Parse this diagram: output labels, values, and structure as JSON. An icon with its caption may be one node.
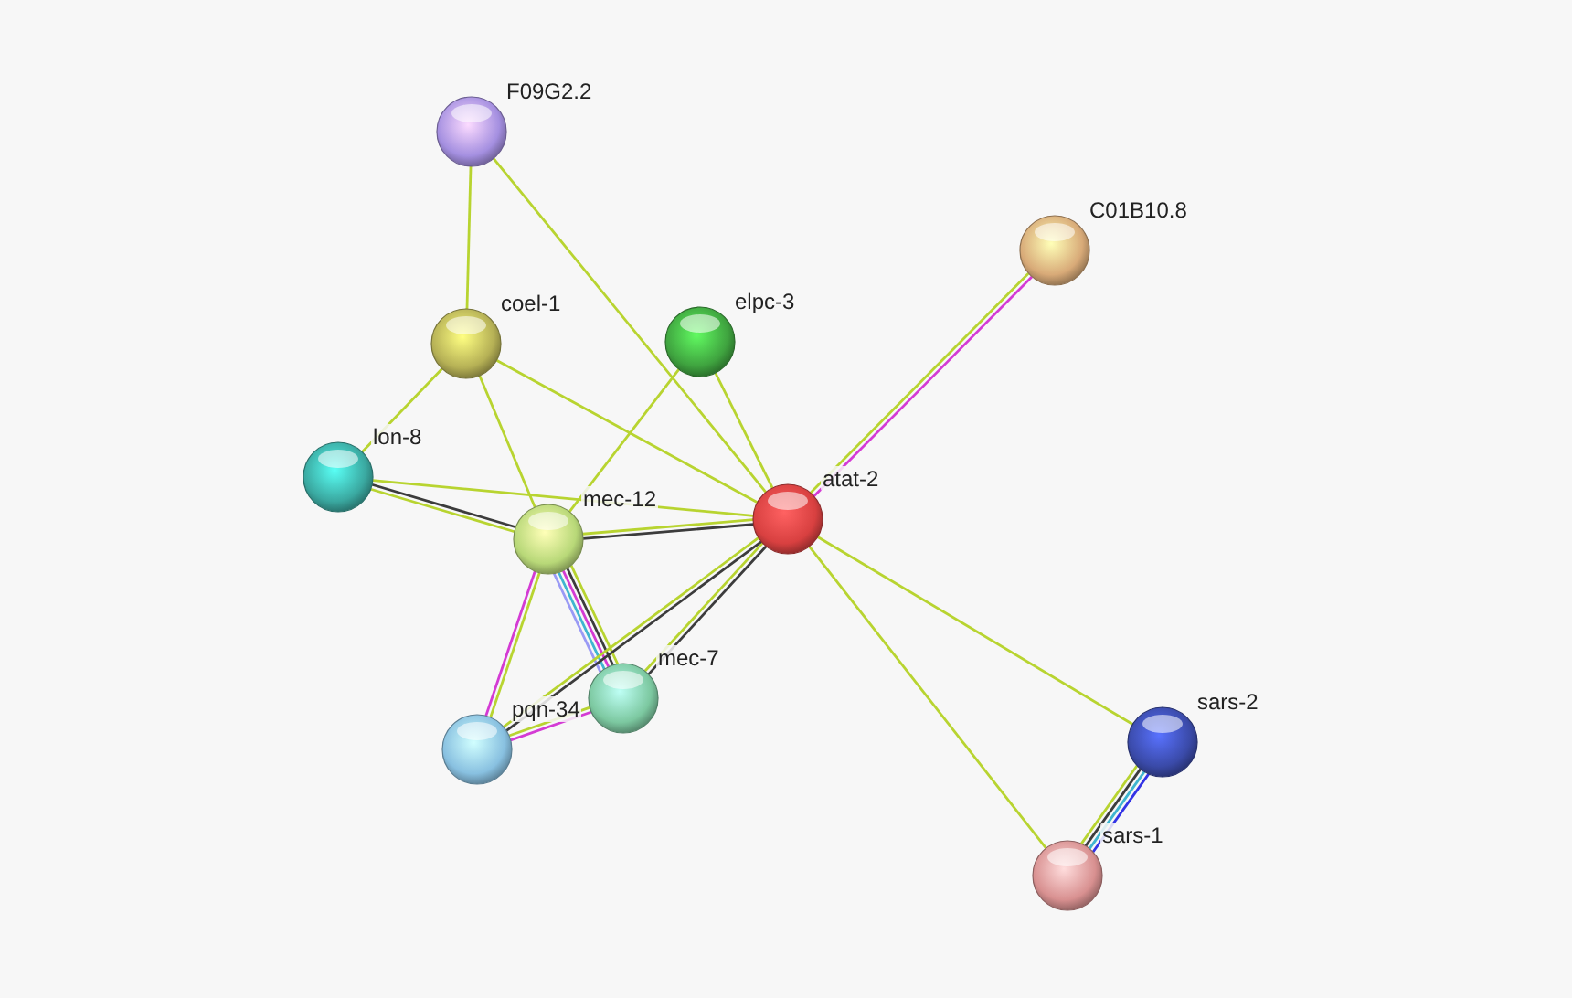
{
  "diagram": {
    "nodes": [
      {
        "text": [],
        "shape": "circle",
        "beside": [
          "F09G2.2"
        ]
      },
      {
        "text": [],
        "shape": "circle",
        "beside": [
          "C01B10.8"
        ]
      },
      {
        "text": [],
        "shape": "circle",
        "beside": [
          "coel-1"
        ]
      },
      {
        "text": [],
        "shape": "circle",
        "beside": [
          "elpc-3"
        ]
      },
      {
        "text": [],
        "shape": "circle",
        "beside": [
          "lon-8"
        ]
      },
      {
        "text": [],
        "shape": "circle",
        "beside": [
          "atat-2"
        ]
      },
      {
        "text": [],
        "shape": "circle",
        "beside": [
          "mec-12"
        ]
      },
      {
        "text": [],
        "shape": "circle",
        "beside": [
          "mec-7"
        ]
      },
      {
        "text": [],
        "shape": "circle",
        "beside": [
          "pqn-34"
        ]
      },
      {
        "text": [],
        "shape": "circle",
        "beside": [
          "sars-2"
        ]
      },
      {
        "text": [],
        "shape": "circle",
        "beside": [
          "sars-1"
        ]
      }
    ],
    "edges": [
      {
        "from": 0,
        "to": 2,
        "arrow": "none"
      },
      {
        "from": 0,
        "to": 5,
        "arrow": "none"
      },
      {
        "from": 2,
        "to": 4,
        "arrow": "none"
      },
      {
        "from": 2,
        "to": 6,
        "arrow": "none"
      },
      {
        "from": 2,
        "to": 5,
        "arrow": "none"
      },
      {
        "from": 3,
        "to": 6,
        "arrow": "none"
      },
      {
        "from": 3,
        "to": 5,
        "arrow": "none"
      },
      {
        "from": 1,
        "to": 5,
        "arrow": "none",
        "color": "#d43bd4"
      },
      {
        "from": 1,
        "to": 5,
        "arrow": "none"
      },
      {
        "from": 4,
        "to": 6,
        "arrow": "none",
        "color": "#3c3c3c"
      },
      {
        "from": 4,
        "to": 6,
        "arrow": "none"
      },
      {
        "from": 4,
        "to": 5,
        "arrow": "none"
      },
      {
        "from": 6,
        "to": 5,
        "arrow": "none",
        "color": "#3c3c3c"
      },
      {
        "from": 6,
        "to": 5,
        "arrow": "none"
      },
      {
        "from": 6,
        "to": 7,
        "arrow": "none"
      },
      {
        "from": 6,
        "to": 7,
        "arrow": "none",
        "color": "#3c3c3c"
      },
      {
        "from": 6,
        "to": 7,
        "arrow": "none",
        "color": "#d43bd4"
      },
      {
        "from": 6,
        "to": 7,
        "arrow": "none",
        "color": "#3fb5d0"
      },
      {
        "from": 6,
        "to": 7,
        "arrow": "none",
        "color": "#9a9af5"
      },
      {
        "from": 6,
        "to": 8,
        "arrow": "none"
      },
      {
        "from": 6,
        "to": 8,
        "arrow": "none",
        "color": "#d43bd4"
      },
      {
        "from": 8,
        "to": 7,
        "arrow": "none",
        "color": "#d43bd4"
      },
      {
        "from": 8,
        "to": 7,
        "arrow": "none"
      },
      {
        "from": 7,
        "to": 5,
        "arrow": "none",
        "color": "#3c3c3c"
      },
      {
        "from": 7,
        "to": 5,
        "arrow": "none"
      },
      {
        "from": 8,
        "to": 5,
        "arrow": "none",
        "color": "#3c3c3c"
      },
      {
        "from": 8,
        "to": 5,
        "arrow": "none"
      },
      {
        "from": 5,
        "to": 9,
        "arrow": "none"
      },
      {
        "from": 5,
        "to": 10,
        "arrow": "none"
      },
      {
        "from": 10,
        "to": 9,
        "arrow": "none",
        "color": "#3333e6"
      },
      {
        "from": 10,
        "to": 9,
        "arrow": "none",
        "color": "#3fb5d0"
      },
      {
        "from": 10,
        "to": 9,
        "arrow": "none",
        "color": "#3c3c3c"
      },
      {
        "from": 10,
        "to": 9,
        "arrow": "none"
      }
    ]
  }
}
